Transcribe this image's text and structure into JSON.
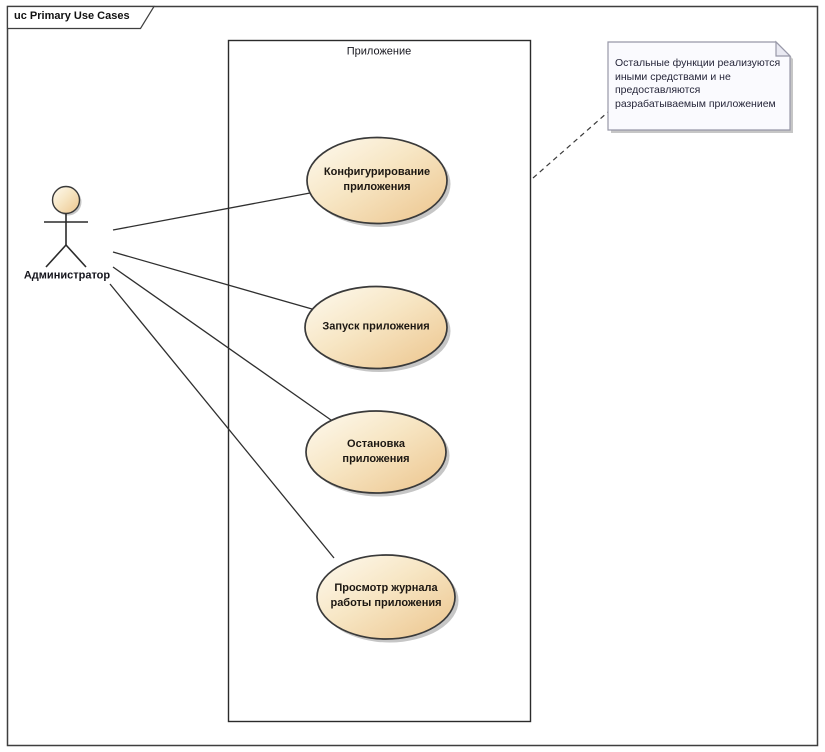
{
  "frame": {
    "title": "uc Primary Use Cases"
  },
  "boundary": {
    "label": "Приложение"
  },
  "actor": {
    "label": "Администратор"
  },
  "use_cases": [
    {
      "label": "Конфигурирование\nприложения"
    },
    {
      "label": "Запуск приложения"
    },
    {
      "label": "Остановка\nприложения"
    },
    {
      "label": "Просмотр журнала\nработы приложения"
    }
  ],
  "note": {
    "text": "Остальные функции реализуются\nиными средствами и не\nпредоставляются\nразрабатываемым приложением"
  },
  "colors": {
    "ellipse_gradient_start": "#FEFAF0",
    "ellipse_gradient_mid": "#F7E6C4",
    "ellipse_gradient_end": "#ECC48C",
    "ellipse_border": "#3A3A3A",
    "note_fill": "#FAFAFE",
    "note_fold": "#E9E9F2",
    "note_border": "#9898A8",
    "connector": "#2F2F2F",
    "shadow": "#C6C6C6",
    "frame_border": "#3F3F3F"
  }
}
